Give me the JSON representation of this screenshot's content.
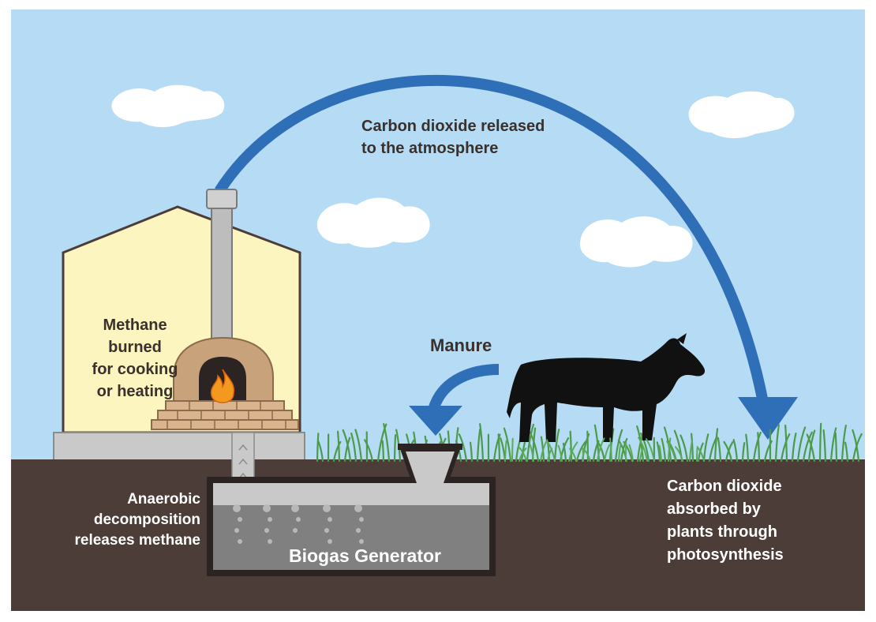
{
  "labels": {
    "co2_released": [
      "Carbon dioxide released",
      "to the atmosphere"
    ],
    "methane_burned": [
      "Methane",
      "burned",
      "for cooking",
      "or heating"
    ],
    "manure": "Manure",
    "anaerobic": [
      "Anaerobic",
      "decomposition",
      "releases methane"
    ],
    "biogas_generator": "Biogas Generator",
    "co2_absorbed": [
      "Carbon dioxide",
      "absorbed by",
      "plants through",
      "photosynthesis"
    ]
  },
  "colors": {
    "sky": "#b5dcf4",
    "ground": "#4d3d38",
    "arrow": "#2f6fb8",
    "house": "#fdf5c0",
    "tank_dark": "#7f7f7f",
    "tank_light": "#c9c9c9",
    "cow": "#111111",
    "grass": "#4c9a4a"
  },
  "icons": [
    "chimney-icon",
    "oven-icon",
    "fire-icon",
    "cow-icon",
    "grass-icon",
    "cloud-icon",
    "arrow-icon"
  ]
}
